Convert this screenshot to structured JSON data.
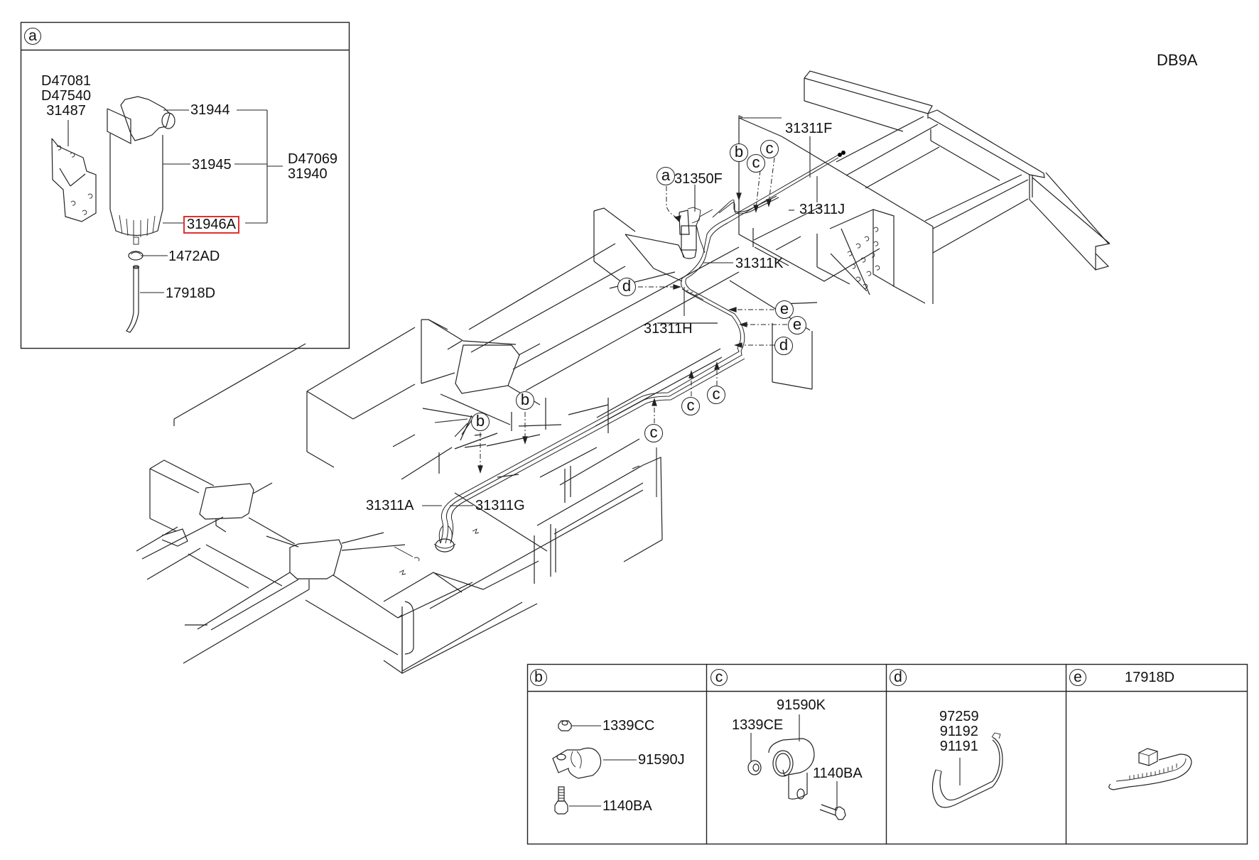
{
  "diagram": {
    "code": "DB9A",
    "highlight_color": "#e03030"
  },
  "inset_a": {
    "callout": "a",
    "bracket_labels": [
      "D47081",
      "D47540",
      "31487"
    ],
    "assembly_labels": [
      "D47069",
      "31940"
    ],
    "parts": [
      {
        "label": "31944"
      },
      {
        "label": "31945"
      },
      {
        "label": "31946A",
        "highlighted": true
      },
      {
        "label": "1472AD"
      },
      {
        "label": "17918D"
      }
    ]
  },
  "main": {
    "labels": {
      "p31311F": "31311F",
      "p31350F": "31350F",
      "p31311J": "31311J",
      "p31311K": "31311K",
      "p31311H": "31311H",
      "p31311A": "31311A",
      "p31311G": "31311G"
    },
    "callouts": {
      "a": "a",
      "b": "b",
      "c": "c",
      "d": "d",
      "e": "e"
    }
  },
  "parts_table": {
    "columns": [
      {
        "callout": "b",
        "header_label": "",
        "parts": [
          "1339CC",
          "91590J",
          "1140BA"
        ]
      },
      {
        "callout": "c",
        "header_label": "",
        "parts": [
          "91590K",
          "1339CE",
          "1140BA"
        ]
      },
      {
        "callout": "d",
        "header_label": "",
        "parts": [
          "97259",
          "91192",
          "91191"
        ]
      },
      {
        "callout": "e",
        "header_label": "17918D",
        "parts": []
      }
    ]
  }
}
